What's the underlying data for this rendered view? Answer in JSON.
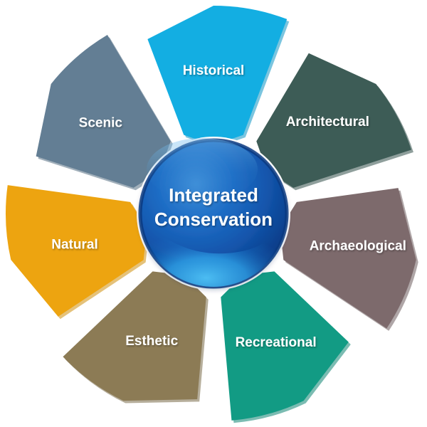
{
  "diagram": {
    "type": "segmented-wheel",
    "title": "Integrated Conservation",
    "center": {
      "line1": "Integrated",
      "line2": "Conservation",
      "shape": "sphere",
      "text_color": "#ffffff",
      "colors": {
        "rim": "#0b3f86",
        "mid": "#1f6fc4",
        "highlight": "#2fa8e8",
        "deep": "#0d4fa0"
      }
    },
    "background_color": "#ffffff",
    "gap_color": "#ffffff",
    "segments": [
      {
        "id": "historical",
        "label": "Historical",
        "color": "#13aee2",
        "shadow": "#0f96c4",
        "angle": -90,
        "label_angle": -90,
        "label_radius": 200
      },
      {
        "id": "architectural",
        "label": "Architectural",
        "color": "#3d5c56",
        "shadow": "#33504a",
        "angle": -38.571,
        "label_angle": -38.571,
        "label_radius": 205
      },
      {
        "id": "archaeological",
        "label": "Archaeological",
        "color": "#7d6a6c",
        "shadow": "#6d5c5e",
        "angle": 12.857,
        "label_angle": 12.857,
        "label_radius": 208
      },
      {
        "id": "recreational",
        "label": "Recreational",
        "color": "#129b84",
        "shadow": "#0e8572",
        "angle": 64.286,
        "label_angle": 64.286,
        "label_radius": 202
      },
      {
        "id": "esthetic",
        "label": "Esthetic",
        "color": "#8c7b55",
        "shadow": "#7a6b49",
        "angle": 115.714,
        "label_angle": 115.714,
        "label_radius": 200
      },
      {
        "id": "natural",
        "label": "Natural",
        "color": "#eda410",
        "shadow": "#d08f0c",
        "angle": 167.143,
        "label_angle": 167.143,
        "label_radius": 200
      },
      {
        "id": "scenic",
        "label": "Scenic",
        "color": "#637e94",
        "shadow": "#566f83",
        "angle": 218.571,
        "label_angle": 218.571,
        "label_radius": 203
      }
    ]
  }
}
